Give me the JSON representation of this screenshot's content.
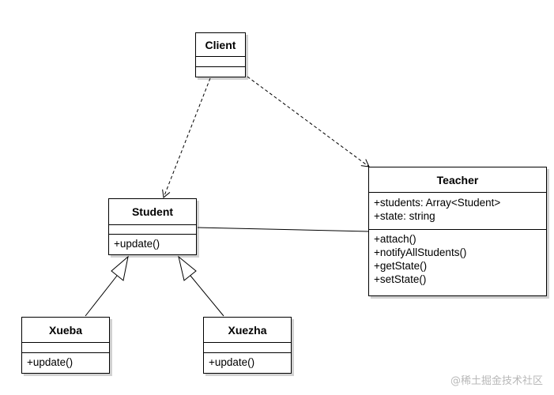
{
  "classes": {
    "client": {
      "name": "Client",
      "attributes": [],
      "operations": []
    },
    "student": {
      "name": "Student",
      "attributes": [],
      "operations": [
        "+update()"
      ]
    },
    "teacher": {
      "name": "Teacher",
      "attributes": [
        "+students: Array<Student>",
        "+state: string"
      ],
      "operations": [
        "+attach()",
        "+notifyAllStudents()",
        "+getState()",
        "+setState()"
      ]
    },
    "xueba": {
      "name": "Xueba",
      "attributes": [],
      "operations": [
        "+update()"
      ]
    },
    "xuezha": {
      "name": "Xuezha",
      "attributes": [],
      "operations": [
        "+update()"
      ]
    }
  },
  "relations": [
    {
      "from": "Client",
      "to": "Student",
      "type": "dependency"
    },
    {
      "from": "Client",
      "to": "Teacher",
      "type": "dependency"
    },
    {
      "from": "Student",
      "to": "Teacher",
      "type": "association"
    },
    {
      "from": "Xueba",
      "to": "Student",
      "type": "generalization"
    },
    {
      "from": "Xuezha",
      "to": "Student",
      "type": "generalization"
    }
  ],
  "watermark": "@稀土掘金技术社区"
}
